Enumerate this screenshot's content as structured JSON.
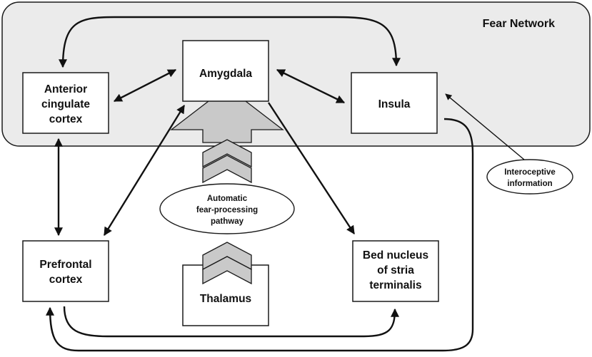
{
  "network": {
    "title": "Fear Network",
    "fill": "#ebebeb"
  },
  "nodes": {
    "amygdala": {
      "lines": [
        "Amygdala"
      ]
    },
    "acc": {
      "lines": [
        "Anterior",
        "cingulate",
        "cortex"
      ]
    },
    "insula": {
      "lines": [
        "Insula"
      ]
    },
    "prefrontal": {
      "lines": [
        "Prefrontal",
        "cortex"
      ]
    },
    "thalamus": {
      "lines": [
        "Thalamus"
      ]
    },
    "bnst": {
      "lines": [
        "Bed nucleus",
        "of stria",
        "terminalis"
      ]
    }
  },
  "ellipses": {
    "pathway": {
      "lines": [
        "Automatic",
        "fear-processing",
        "pathway"
      ]
    },
    "interoceptive": {
      "lines": [
        "Interoceptive",
        "information"
      ]
    }
  },
  "colors": {
    "arrow_fill": "#c9c9c9",
    "stroke": "#1a1a1a"
  }
}
